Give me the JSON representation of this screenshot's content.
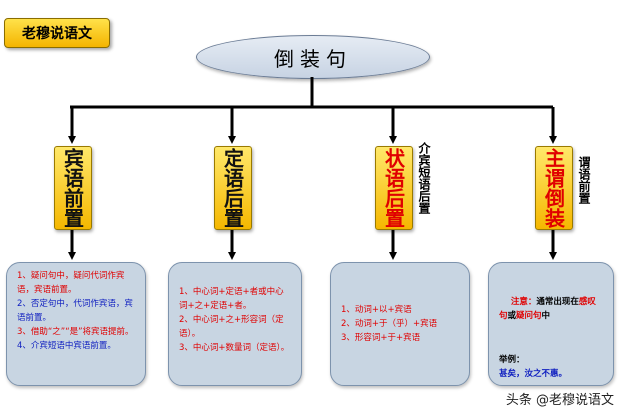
{
  "logo": {
    "label": "老穆说语文"
  },
  "root": {
    "label": "倒装句"
  },
  "categories": [
    {
      "label": "宾语前置",
      "side": ""
    },
    {
      "label": "定语后置",
      "side": ""
    },
    {
      "label": "状语后置",
      "side": "介宾短语后置"
    },
    {
      "label": "主谓倒装",
      "side": "谓语前置"
    }
  ],
  "details": {
    "bin": [
      "1、疑问句中，疑问代词作宾语，宾语前置。",
      "2、否定句中，代词作宾语，宾语前置。",
      "3、借助“之”“是”将宾语提前。",
      "4、介宾短语中宾语前置。"
    ],
    "ding": [
      "1、中心词+定语+者或中心词+之+定语+者。",
      "2、中心词+之+形容词（定语）。",
      "3、中心词+数量词（定语）。"
    ],
    "zhuang": [
      "1、动词+以+宾语",
      "2、动词+于（乎）+宾语",
      "3、形容词+于+宾语"
    ],
    "zhuwei": {
      "note_label": "注意：",
      "note_text_a": "通常出现在",
      "note_red_a": "感叹句",
      "note_text_b": "或",
      "note_red_b": "疑问句",
      "note_text_c": "中",
      "example_label": "举例：",
      "example_text": "甚矣，汝之不惠。"
    }
  },
  "watermark": "头条 @老穆说语文",
  "colors": {
    "gold": "#f5b700",
    "box_fill": "#c8d5e2",
    "red": "#e00000",
    "blue": "#1020c0"
  }
}
